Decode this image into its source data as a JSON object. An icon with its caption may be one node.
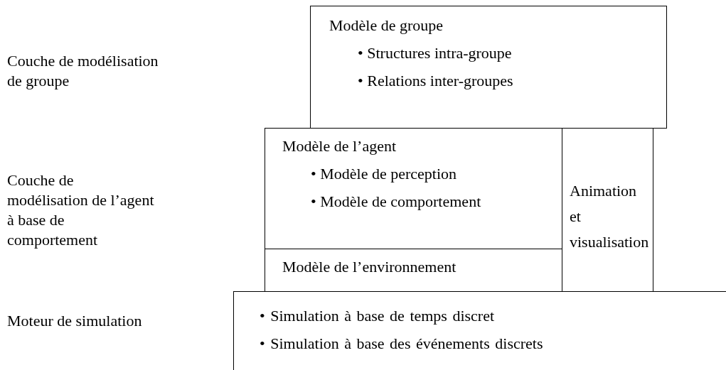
{
  "diagram": {
    "nodes": [
      {
        "text": [
          "Modèle de groupe",
          "• Structures intra-groupe",
          "• Relations inter-groupes"
        ]
      },
      {
        "text": [
          "Modèle de l’agent",
          "• Modèle de perception",
          "• Modèle de comportement"
        ]
      },
      {
        "text": [
          "Modèle de l’environnement"
        ]
      },
      {
        "text": [
          "Animation et visualisation"
        ]
      },
      {
        "text": [
          "• Simulation à base de temps discret",
          "• Simulation à base des événements discrets"
        ]
      }
    ],
    "labels": [
      "Couche de modélisation de groupe",
      "Couche de modélisation de l’agent à base de comportement",
      "Moteur de simulation"
    ]
  }
}
